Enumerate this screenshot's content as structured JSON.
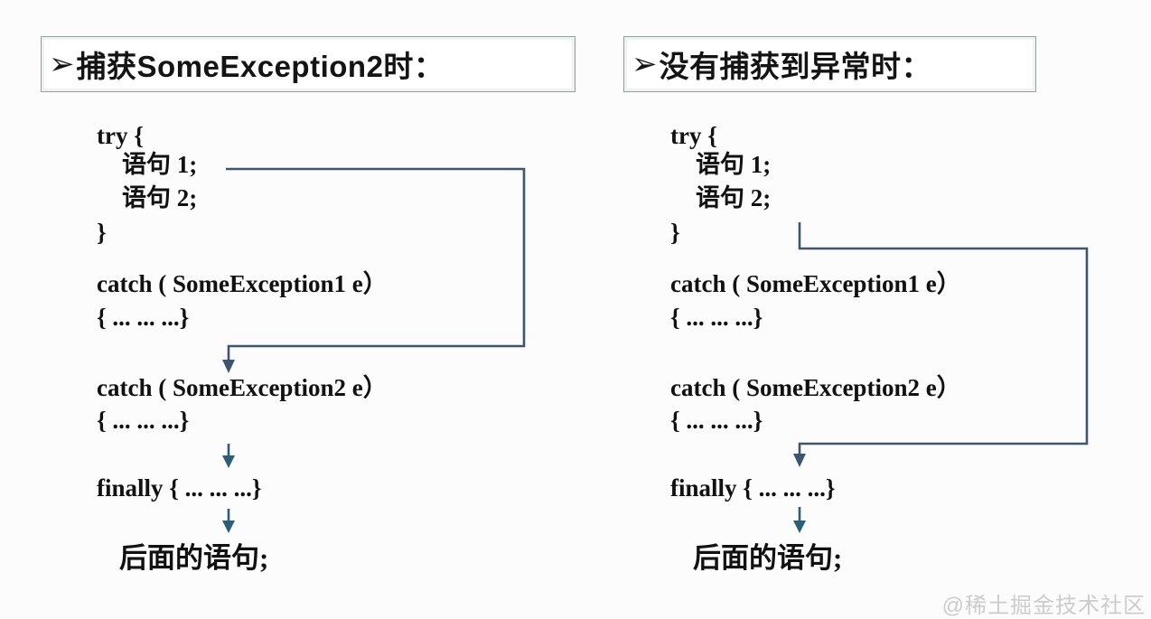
{
  "left_panel": {
    "title_bullet": "➢",
    "title_text": "捕获SomeException2时：",
    "lines": [
      "try {",
      "语句 1;",
      "语句 2;",
      "}",
      "catch ( SomeException1 e）",
      "{ ... ... ...}",
      "catch ( SomeException2 e）",
      "{ ... ... ...}",
      "finally { ... ... ...}",
      "后面的语句;"
    ]
  },
  "right_panel": {
    "title_bullet": "➢",
    "title_text": "没有捕获到异常时：",
    "lines": [
      "try {",
      "语句 1;",
      "语句 2;",
      "}",
      "catch ( SomeException1 e）",
      "{ ... ... ...}",
      "catch ( SomeException2 e）",
      "{ ... ... ...}",
      "finally { ... ... ...}",
      "后面的语句;"
    ]
  },
  "watermark": "@稀土掘金技术社区",
  "colors": {
    "connector": "#3d5570",
    "arrow": "#2d5d77",
    "title_border": "#8fa39b",
    "text": "#111111",
    "watermark": "#cccccc",
    "background": "#fcfcfc"
  }
}
